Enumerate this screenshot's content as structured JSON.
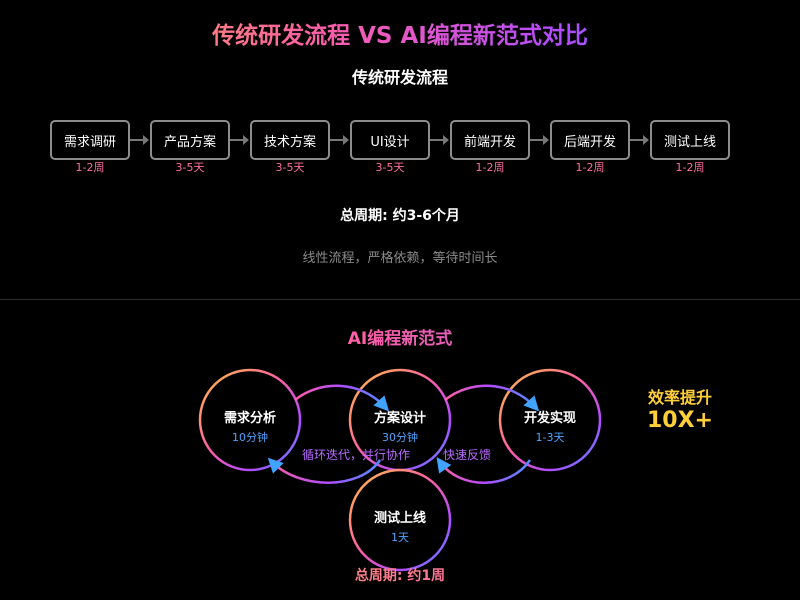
{
  "title": "传统研发流程 VS AI编程新范式对比",
  "traditional": {
    "heading": "传统研发流程",
    "steps": [
      {
        "name": "需求调研",
        "duration": "1-2周"
      },
      {
        "name": "产品方案",
        "duration": "3-5天"
      },
      {
        "name": "技术方案",
        "duration": "3-5天"
      },
      {
        "name": "UI设计",
        "duration": "3-5天"
      },
      {
        "name": "前端开发",
        "duration": "1-2周"
      },
      {
        "name": "后端开发",
        "duration": "1-2周"
      },
      {
        "name": "测试上线",
        "duration": "1-2周"
      }
    ],
    "total_cycle": "总周期: 约3-6个月",
    "note": "线性流程，严格依赖，等待时间长"
  },
  "ai": {
    "heading": "AI编程新范式",
    "nodes": [
      {
        "name": "需求分析",
        "time": "10分钟"
      },
      {
        "name": "方案设计",
        "time": "30分钟"
      },
      {
        "name": "开发实现",
        "time": "1-3天"
      },
      {
        "name": "测试上线",
        "time": "1天"
      }
    ],
    "flow_labels": [
      "循环迭代，并行协作",
      "快速反馈"
    ],
    "boost_label": "效率提升",
    "boost_value": "10X+",
    "total_cycle": "总周期: 约1周"
  },
  "colors": {
    "ring_gradient": [
      "#ffc23d",
      "#ff5fa8",
      "#b14cff",
      "#4f8dff"
    ],
    "step_border": "#8c8c8c",
    "duration_text": "#ff6f9f",
    "time_text": "#4da3ff",
    "flow_text": "#b86bff",
    "boost_text": "#ffcf3a"
  }
}
